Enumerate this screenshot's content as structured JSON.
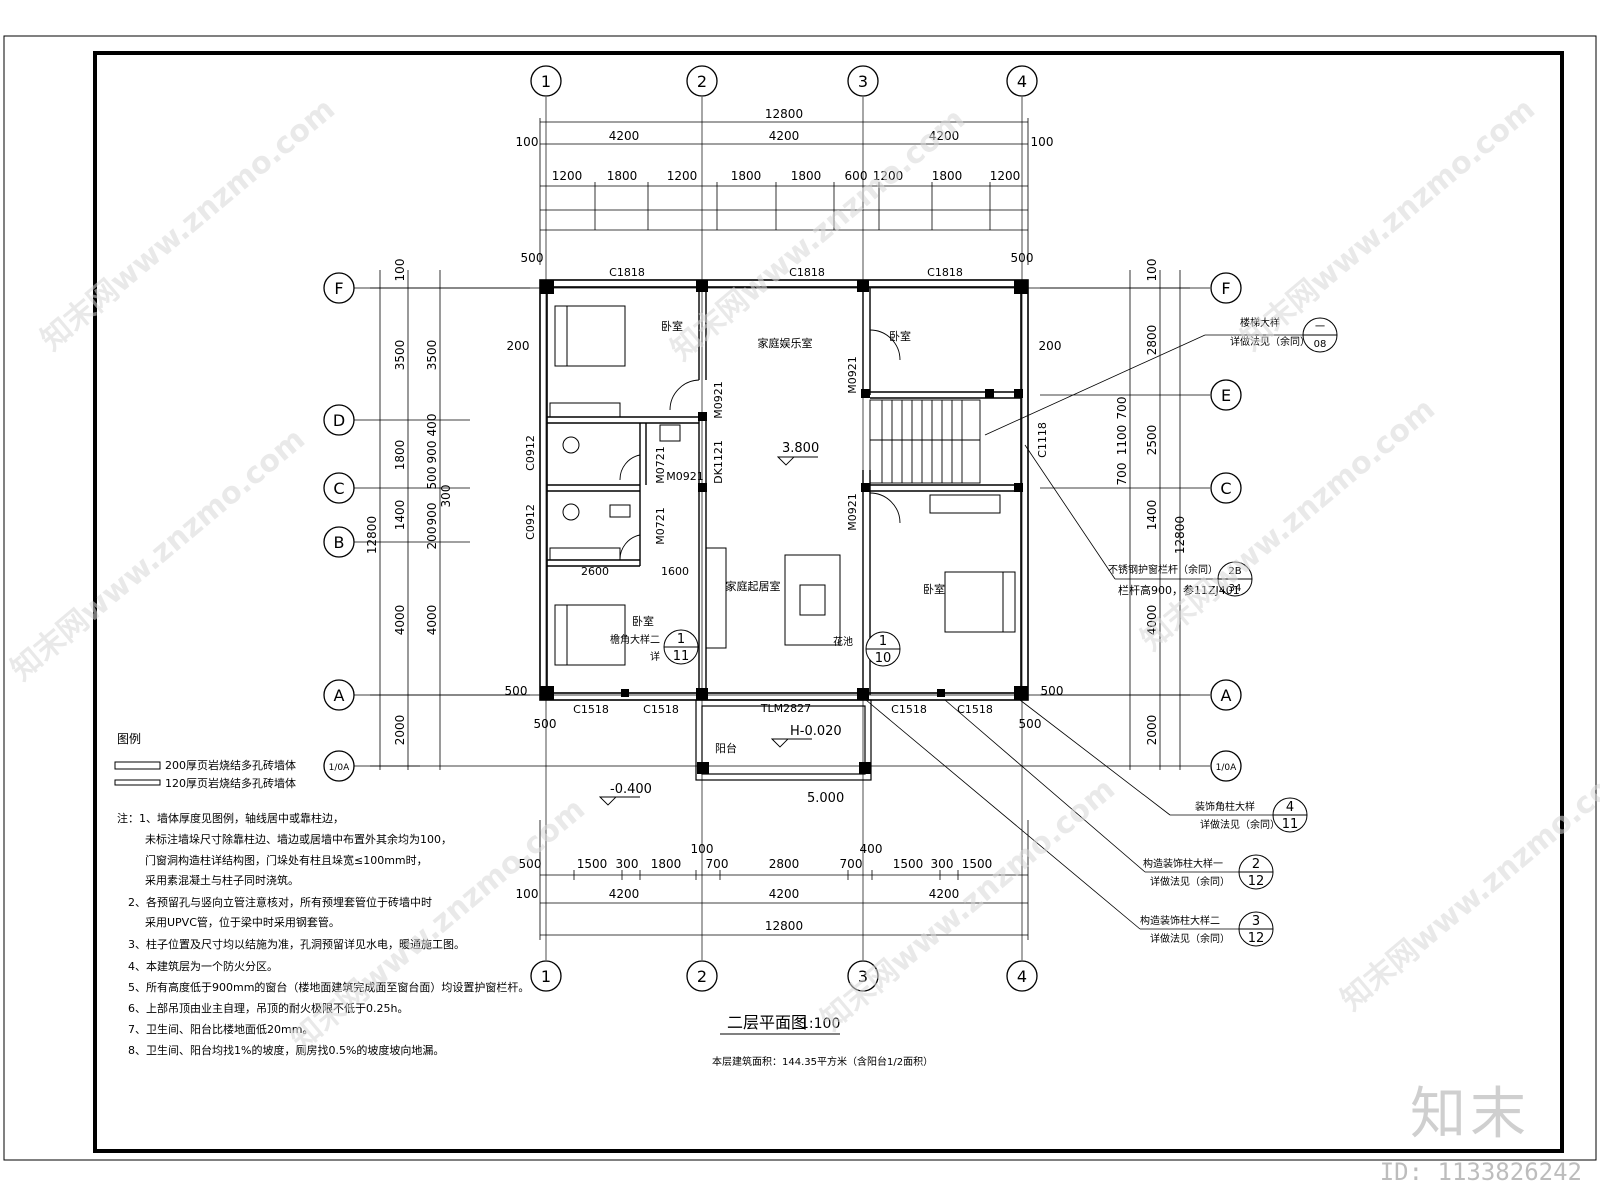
{
  "drawing": {
    "title": "二层平面图",
    "scale": "1:100",
    "area_note": "本层建筑面积：144.35平方米（含阳台1/2面积）"
  },
  "axes": {
    "vertical": [
      "1",
      "2",
      "3",
      "4"
    ],
    "horizontal": [
      "F",
      "E",
      "D",
      "C",
      "B",
      "A",
      "1/0A"
    ]
  },
  "dims_top": {
    "total": "12800",
    "bays": [
      "4200",
      "4200",
      "4200"
    ],
    "edge_left": "100",
    "edge_right": "100",
    "segments": [
      "1200",
      "1800",
      "1200",
      "1800",
      "1800",
      "600",
      "1200",
      "1800",
      "1200"
    ]
  },
  "dims_bottom": {
    "total": "12800",
    "bays": [
      "4200",
      "4200",
      "4200"
    ],
    "edge_left": "100",
    "segments": [
      "500",
      "1500",
      "300",
      "1800",
      "700",
      "2800",
      "700",
      "1500",
      "300",
      "1500"
    ],
    "extra": [
      "100",
      "400"
    ]
  },
  "dims_left": {
    "total": "12800",
    "outer": [
      "3500",
      "1800",
      "1400",
      "4000",
      "2000"
    ],
    "inner": [
      "3500",
      "400",
      "900",
      "500",
      "300",
      "900",
      "200",
      "4000"
    ],
    "top_edge": "100",
    "small": [
      "500",
      "200",
      "500",
      "500"
    ]
  },
  "dims_right": {
    "total": "12800",
    "outer": [
      "2800",
      "2500",
      "1400",
      "4000",
      "2000"
    ],
    "inner": [
      "700",
      "1100",
      "700"
    ],
    "top_edge": "100",
    "small": [
      "500",
      "200",
      "500",
      "500"
    ]
  },
  "rooms": {
    "bedroom": "卧室",
    "family_room": "家庭娱乐室",
    "living_room": "家庭起居室",
    "balcony": "阳台"
  },
  "tags": {
    "windows": [
      "C1818",
      "C1818",
      "C1818",
      "C1518",
      "C1518",
      "C1518",
      "C1518",
      "C0912",
      "C0912",
      "C1118"
    ],
    "doors": [
      "M0921",
      "M0921",
      "M0921",
      "M0921",
      "M0721",
      "M0721",
      "DK1121",
      "TLM2827"
    ],
    "interior_dims": [
      "2600",
      "1600"
    ]
  },
  "levels": {
    "floor": "3.800",
    "balcony": "H-0.020",
    "outside": "-0.400",
    "balcony_width": "5.000"
  },
  "callouts": {
    "stair_detail": {
      "title": "楼梯大样",
      "sub": "详做法见（余同）",
      "num": "一",
      "sheet": "08"
    },
    "railing": {
      "title": "不锈钢护窗栏杆（余同）",
      "sub": "栏杆高900，参11ZJ401",
      "num": "2B",
      "sheet": "34"
    },
    "corner_col": {
      "title": "装饰角柱大样",
      "sub": "详做法见（余同）",
      "num": "4",
      "sheet": "11"
    },
    "col_one": {
      "title": "构造装饰柱大样一",
      "sub": "详做法见（余同）",
      "num": "2",
      "sheet": "12"
    },
    "col_two": {
      "title": "构造装饰柱大样二",
      "sub": "详做法见（余同）",
      "num": "3",
      "sheet": "12"
    },
    "eave_detail": {
      "title": "檐角大样二",
      "sub": "详",
      "num": "1",
      "sheet": "11"
    },
    "plant_detail": {
      "title": "花池",
      "num": "1",
      "sheet": "10"
    }
  },
  "legend": {
    "title": "图例",
    "items": [
      "200厚页岩烧结多孔砖墙体",
      "120厚页岩烧结多孔砖墙体"
    ]
  },
  "notes": [
    "注：1、墙体厚度见图例，轴线居中或靠柱边，",
    "未标注墙垛尺寸除靠柱边、墙边或居墙中布置外其余均为100，",
    "门窗洞构造柱详结构图，门垛处有柱且垛宽≤100mm时，",
    "采用素混凝土与柱子同时浇筑。",
    "2、各预留孔与竖向立管注意核对，所有预埋套管位于砖墙中时",
    "采用UPVC管，位于梁中时采用钢套管。",
    "3、柱子位置及尺寸均以结施为准，孔洞预留详见水电，暖通施工图。",
    "4、本建筑层为一个防火分区。",
    "5、所有高度低于900mm的窗台（楼地面建筑完成面至窗台面）均设置护窗栏杆。",
    "6、上部吊顶由业主自理，吊顶的耐火极限不低于0.25h。",
    "7、卫生间、阳台比楼地面低20mm。",
    "8、卫生间、阳台均找1%的坡度，厕房找0.5%的坡度坡向地漏。"
  ],
  "watermark": {
    "site": "知末网www.znzmo.com",
    "brand": "知末",
    "id": "ID: 1133826242"
  }
}
